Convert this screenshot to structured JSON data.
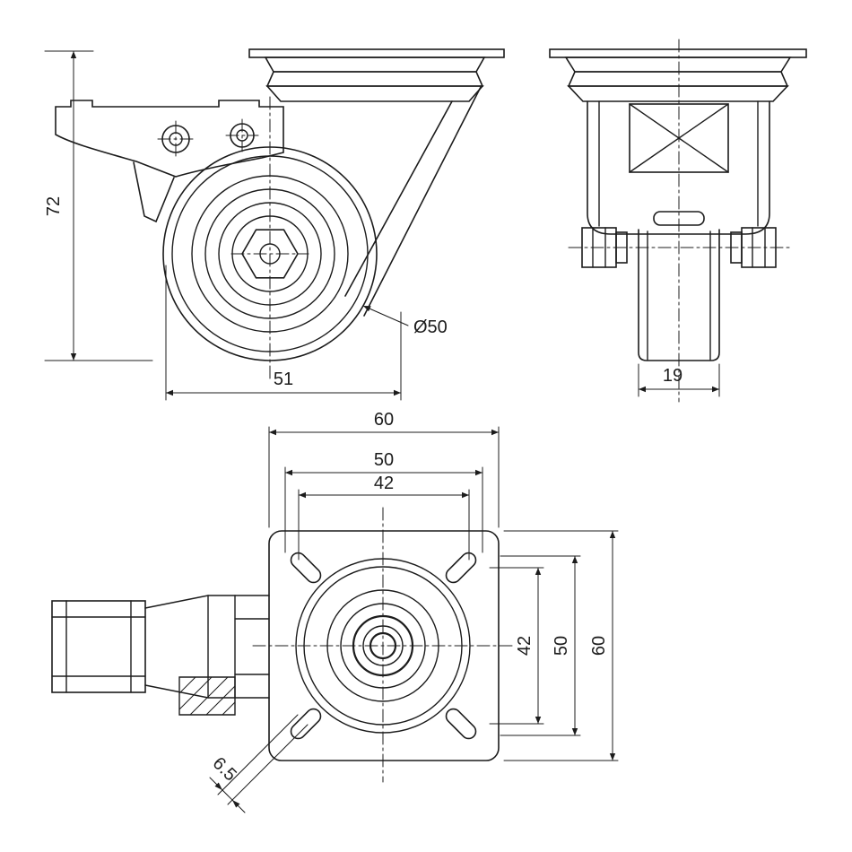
{
  "dims": {
    "front": {
      "height": "72",
      "width": "51",
      "wheel_diameter": "Ø50"
    },
    "side": {
      "tread_width": "19"
    },
    "top": {
      "plate_width": "60",
      "hole_spacing_h_outer": "50",
      "hole_spacing_h_inner": "42",
      "hole_spacing_v_inner": "42",
      "hole_spacing_v_outer": "50",
      "plate_height": "60",
      "slot_width": "6.5"
    }
  },
  "colors": {
    "line": "#1c1c1c",
    "background": "#ffffff"
  }
}
